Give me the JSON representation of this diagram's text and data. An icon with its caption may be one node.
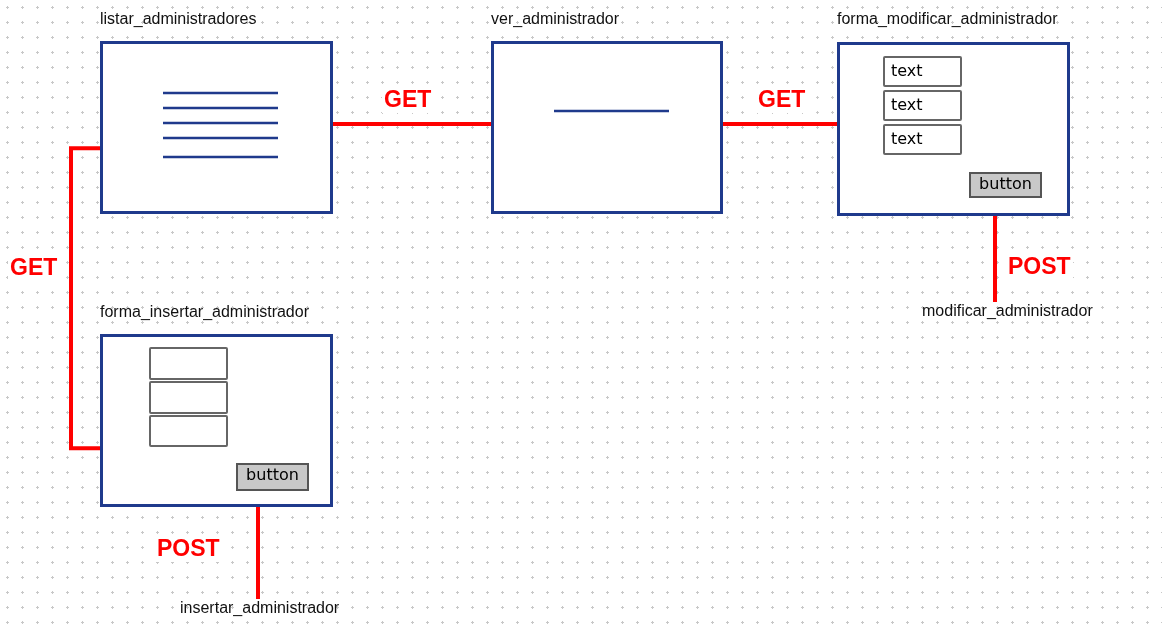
{
  "diagram": {
    "nodes": [
      {
        "text": [
          "listar_administradores"
        ]
      },
      {
        "text": [
          "ver_administrador"
        ]
      },
      {
        "text": [
          "forma_modificar_administrador"
        ]
      },
      {
        "text": [
          "text"
        ],
        "in": 2
      },
      {
        "text": [
          "text"
        ],
        "in": 2
      },
      {
        "text": [
          "text"
        ],
        "in": 2
      },
      {
        "text": [
          "button"
        ],
        "in": 2
      },
      {
        "text": [
          "modificar_administrador"
        ]
      },
      {
        "text": [
          "forma_insertar_administrador"
        ]
      },
      {
        "text": [],
        "shape": "box",
        "in": 8
      },
      {
        "text": [],
        "shape": "box",
        "in": 8
      },
      {
        "text": [],
        "shape": "box",
        "in": 8
      },
      {
        "text": [
          "button"
        ],
        "in": 8
      },
      {
        "text": [
          "insertar_administrador"
        ]
      }
    ],
    "edges": [
      {
        "from": 0,
        "to": 1,
        "arrow": "none",
        "label": "GET"
      },
      {
        "from": 1,
        "to": 2,
        "arrow": "none",
        "label": "GET"
      },
      {
        "from": 0,
        "to": 8,
        "arrow": "none",
        "label": "GET"
      },
      {
        "from": 2,
        "to": 7,
        "arrow": "none",
        "label": "POST"
      },
      {
        "from": 8,
        "to": 13,
        "arrow": "none",
        "label": "POST"
      }
    ]
  }
}
